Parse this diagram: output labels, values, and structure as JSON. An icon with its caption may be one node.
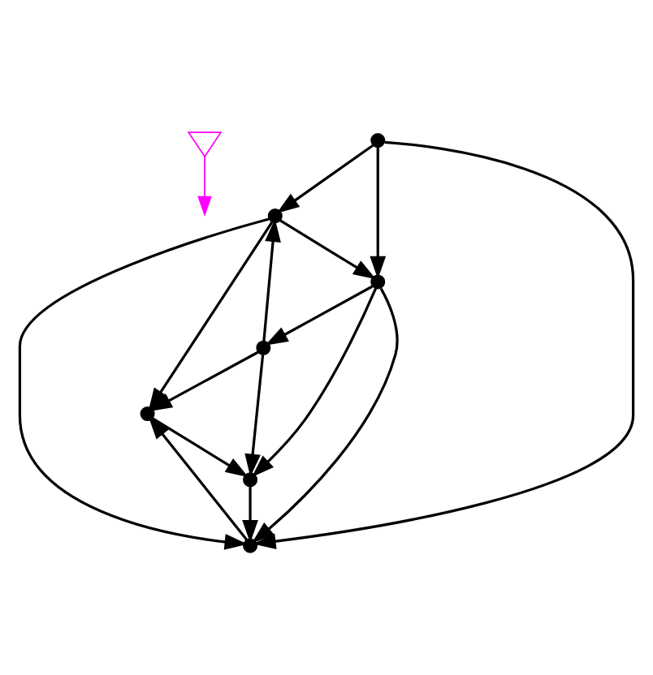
{
  "diagram": {
    "nodes": [
      {
        "text": [],
        "shape": "picture"
      },
      {
        "text": [],
        "shape": "circle"
      },
      {
        "text": [],
        "shape": "circle"
      },
      {
        "text": [],
        "shape": "circle"
      },
      {
        "text": [],
        "shape": "circle"
      },
      {
        "text": [],
        "shape": "circle"
      },
      {
        "text": [],
        "shape": "circle"
      },
      {
        "text": [],
        "shape": "circle"
      }
    ],
    "edges": [
      {
        "from": 1,
        "to": 6,
        "arrow": "to"
      },
      {
        "from": 7,
        "to": 1,
        "arrow": "to"
      },
      {
        "from": 6,
        "to": 7,
        "arrow": "to"
      },
      {
        "from": 3,
        "to": 1,
        "arrow": "to"
      },
      {
        "from": 2,
        "to": 1,
        "arrow": "to"
      },
      {
        "from": 3,
        "to": 2,
        "arrow": "to"
      },
      {
        "from": 3,
        "to": 6,
        "arrow": "to"
      },
      {
        "from": 2,
        "to": 5,
        "arrow": "to"
      },
      {
        "from": 5,
        "to": 3,
        "arrow": "to"
      },
      {
        "from": 2,
        "to": 7,
        "arrow": "to"
      },
      {
        "from": 4,
        "to": 2,
        "arrow": "to"
      },
      {
        "from": 4,
        "to": 5,
        "arrow": "to"
      },
      {
        "from": 4,
        "to": 7,
        "arrow": "to"
      },
      {
        "from": 5,
        "to": 6,
        "arrow": "to"
      },
      {
        "from": 5,
        "to": 7,
        "arrow": "to"
      },
      {
        "from": 0,
        "to": null,
        "arrow": "to",
        "color": "#ff00ff"
      }
    ]
  }
}
